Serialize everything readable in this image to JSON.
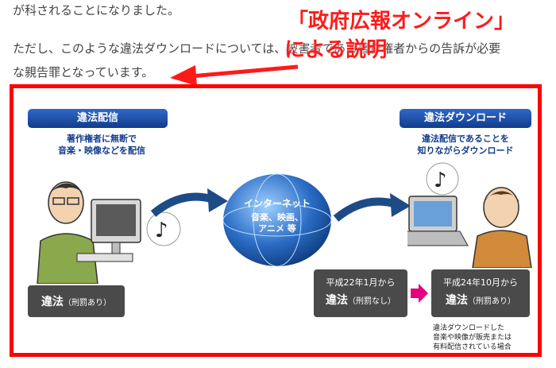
{
  "article": {
    "line1": "が科されることになりました。",
    "line2": "ただし、このような違法ダウンロードについては、被害者である著作権者からの告訴が必要",
    "line3": "な親告罪となっています。"
  },
  "overlay": {
    "title_line1": "「政府広報オンライン」",
    "title_line2": "による説明"
  },
  "figure": {
    "left_badge": "違法配信",
    "left_caption_1": "著作権者に無断で",
    "left_caption_2": "音楽・映像などを配信",
    "right_badge": "違法ダウンロード",
    "right_caption_1": "違法配信であることを",
    "right_caption_2": "知りながらダウンロード",
    "globe_1": "インターネット",
    "globe_2": "音楽、映画、",
    "globe_3": "アニメ 等",
    "left_status_big": "違法",
    "left_status_small": "（刑罰あり）",
    "mid_date": "平成22年1月から",
    "mid_status_big": "違法",
    "mid_status_small": "（刑罰なし）",
    "right_date": "平成24年10月から",
    "right_status_big": "違法",
    "right_status_small": "（刑罰あり）",
    "note_1": "違法ダウンロードした",
    "note_2": "音楽や映像が販売または",
    "note_3": "有料配信されている場合"
  },
  "colors": {
    "frame": "#ff0000",
    "title": "#ff1a1a",
    "badge": "#123c8c",
    "pink": "#e6007e"
  }
}
